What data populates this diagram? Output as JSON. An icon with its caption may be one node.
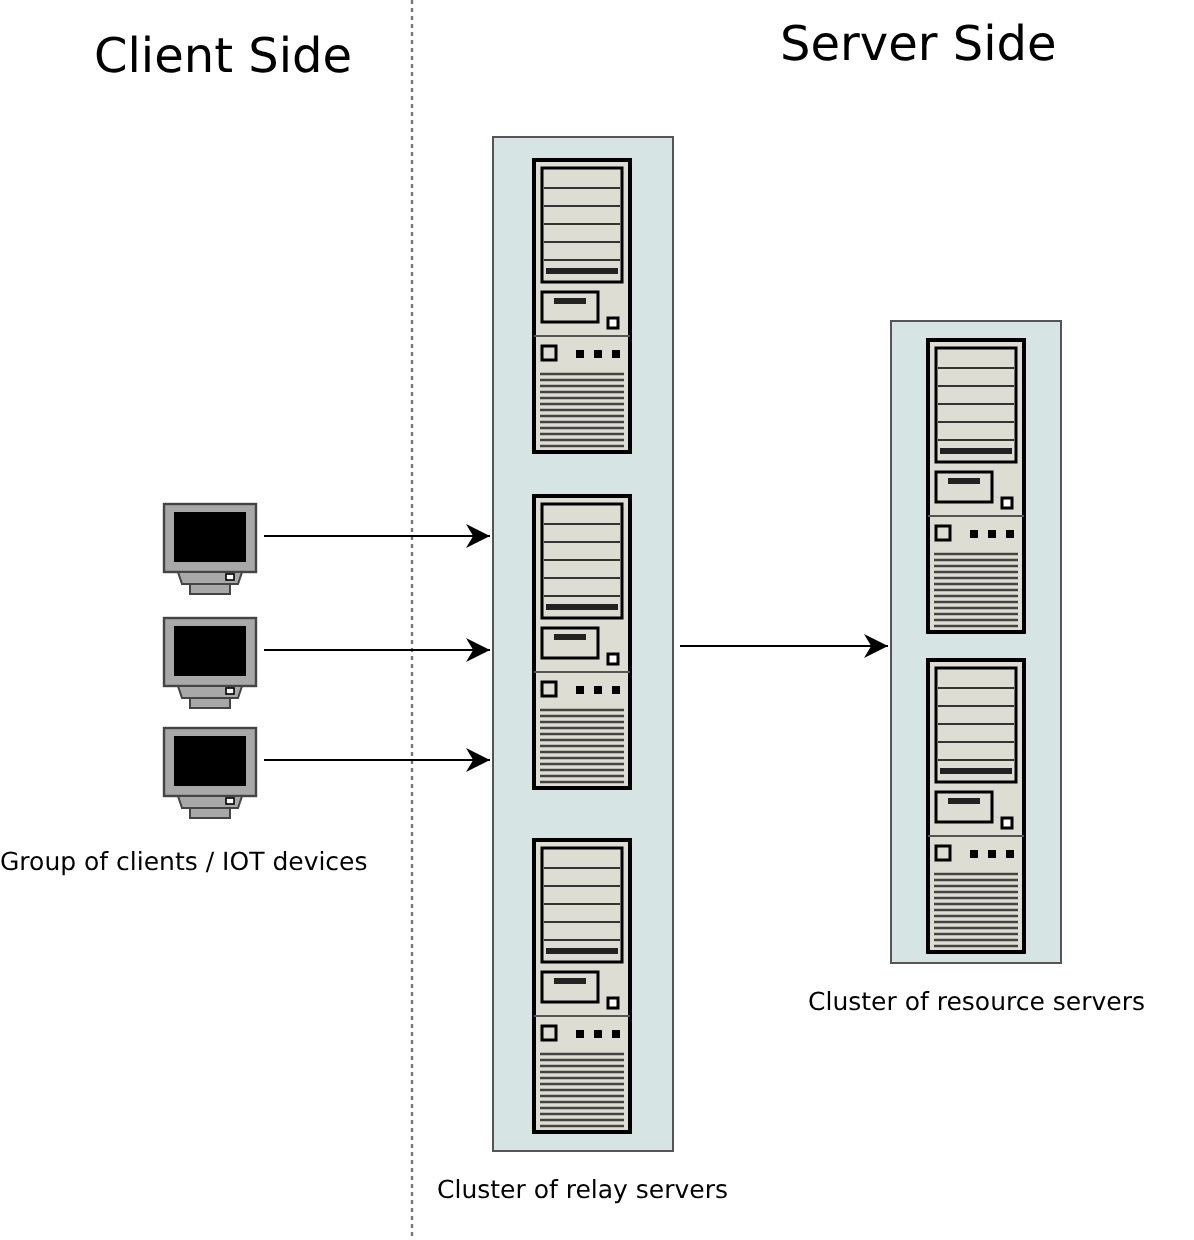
{
  "diagram": {
    "nodes": [
      {
        "text": [],
        "shape": "monitor"
      },
      {
        "text": [],
        "shape": "monitor"
      },
      {
        "text": [],
        "shape": "monitor"
      },
      {
        "text": [
          "Cluster of relay servers"
        ]
      },
      {
        "text": [],
        "shape": "server",
        "in": 3
      },
      {
        "text": [],
        "shape": "server",
        "in": 3
      },
      {
        "text": [],
        "shape": "server",
        "in": 3
      },
      {
        "text": [
          "Cluster of resource servers"
        ]
      },
      {
        "text": [],
        "shape": "server",
        "in": 7
      },
      {
        "text": [],
        "shape": "server",
        "in": 7
      }
    ],
    "edges": [
      {
        "from": 0,
        "to": 3,
        "arrow": "to"
      },
      {
        "from": 1,
        "to": 3,
        "arrow": "to"
      },
      {
        "from": 2,
        "to": 3,
        "arrow": "to"
      },
      {
        "from": 3,
        "to": 7,
        "arrow": "to"
      }
    ],
    "labels": [
      "Client Side",
      "Server Side",
      "Group of clients / IOT devices"
    ]
  }
}
